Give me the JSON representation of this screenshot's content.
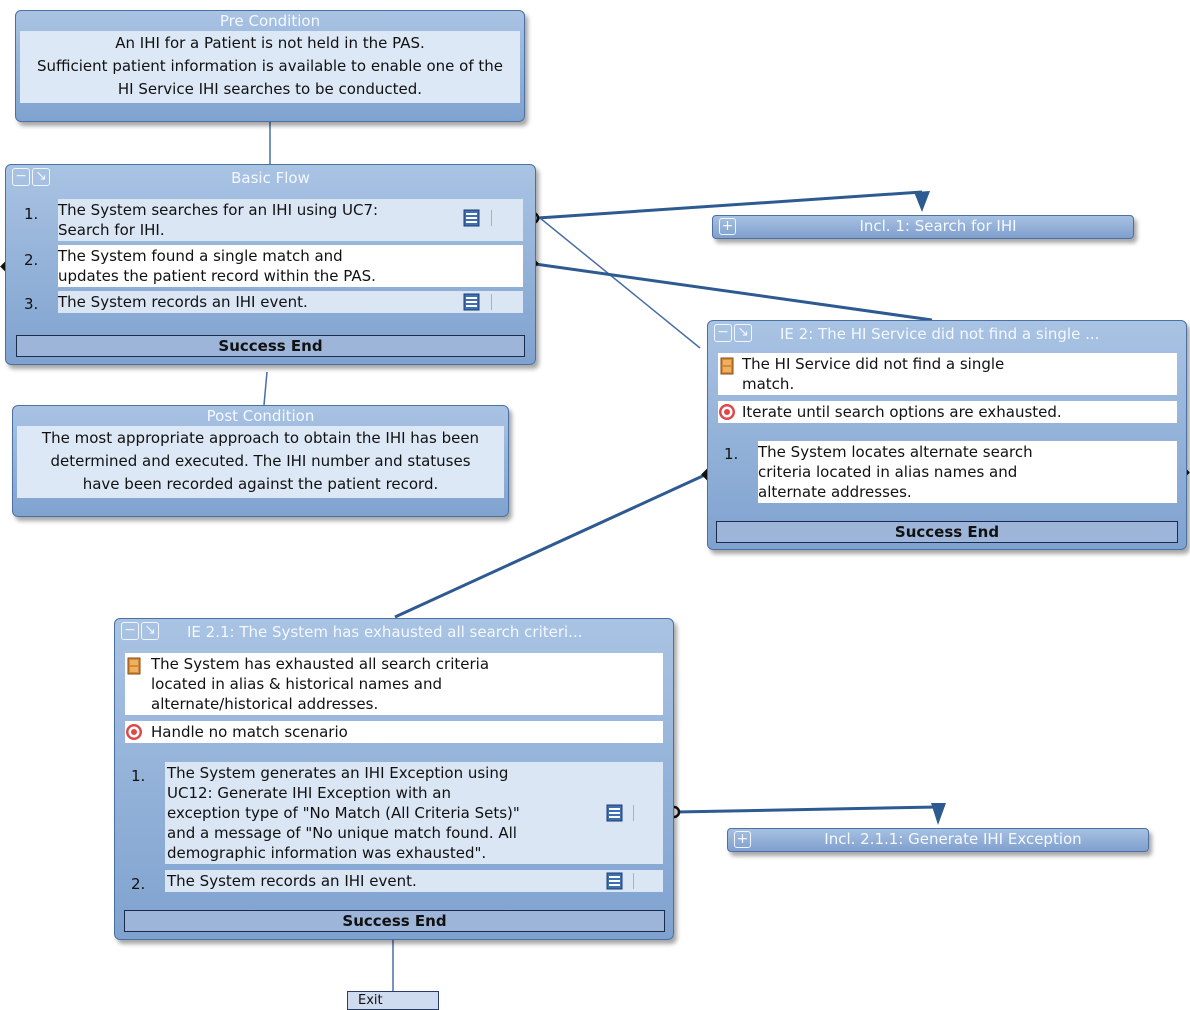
{
  "pre_condition": {
    "title": "Pre Condition",
    "lines": [
      "An IHI for a Patient is not held in the PAS.",
      "Sufficient patient information is available to enable one of the",
      "HI Service IHI searches to be conducted."
    ]
  },
  "basic_flow": {
    "title": "Basic Flow",
    "steps": [
      {
        "num": "1.",
        "line1": "The System searches for an IHI using UC7:",
        "line2": "Search for IHI."
      },
      {
        "num": "2.",
        "line1": "The System found a single match and",
        "line2": "updates the patient record within the PAS."
      },
      {
        "num": "3.",
        "line1": "The System records an IHI event.",
        "line2": ""
      }
    ],
    "end": "Success End"
  },
  "post_condition": {
    "title": "Post Condition",
    "lines": [
      "The most appropriate approach to obtain the IHI has been",
      "determined and executed. The IHI number and statuses",
      "have been recorded against the patient record."
    ]
  },
  "incl_1": {
    "label": "Incl. 1: Search for IHI"
  },
  "ie2": {
    "title": "IE 2: The HI Service did not find a single ...",
    "condition": [
      "The HI Service did not find a single",
      "match."
    ],
    "goal": "Iterate until search options are exhausted.",
    "steps": [
      {
        "num": "1.",
        "line1": "The System locates alternate search",
        "line2": "criteria located in alias names and",
        "line3": "alternate addresses."
      }
    ],
    "end": "Success End"
  },
  "ie21": {
    "title": "IE 2.1: The System has exhausted all search criteri...",
    "condition": [
      "The System has exhausted all search criteria",
      "located in alias & historical names and",
      "alternate/historical addresses."
    ],
    "goal": "Handle no match scenario",
    "steps": [
      {
        "num": "1.",
        "lines": [
          "The System generates an IHI Exception using",
          "UC12: Generate IHI Exception with an",
          "exception type of \"No Match (All Criteria Sets)\"",
          "and a message of \"No unique match found.  All",
          "demographic information was exhausted\"."
        ]
      },
      {
        "num": "2.",
        "lines": [
          "The System records an IHI event."
        ]
      }
    ],
    "end": "Success End"
  },
  "incl_211": {
    "label": "Incl. 2.1.1: Generate IHI Exception"
  },
  "exit": {
    "label": "Exit"
  },
  "colors": {
    "panel": "#7fa2cf",
    "row": "#dbe6f5",
    "connector": "#2e5a92"
  }
}
